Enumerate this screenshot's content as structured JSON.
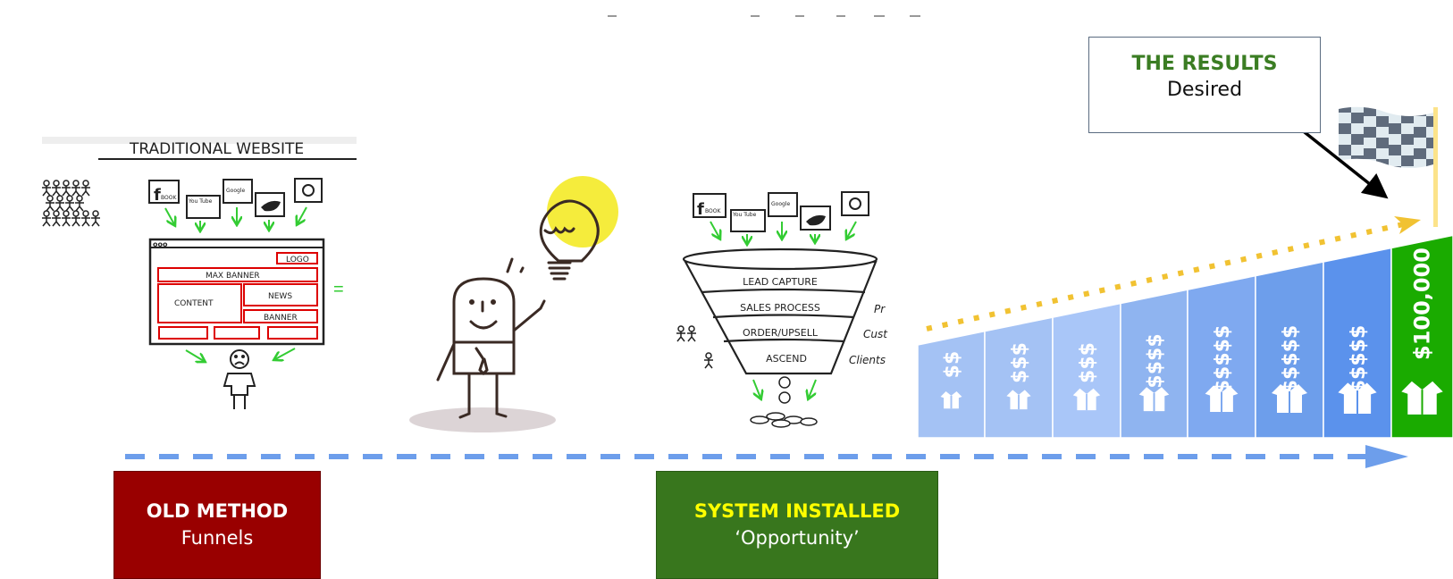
{
  "results_box": {
    "title": "THE RESULTS",
    "subtitle": "Desired"
  },
  "old_method_box": {
    "title": "OLD METHOD",
    "subtitle": "Funnels"
  },
  "system_box": {
    "title": "SYSTEM INSTALLED",
    "subtitle": "‘Opportunity’"
  },
  "traditional_website": {
    "title": "TRADITIONAL WEBSITE",
    "social": [
      "BOOK",
      "You Tube",
      "Google"
    ],
    "blocks": {
      "logo": "LOGO",
      "banner_top": "MAX BANNER",
      "content": "CONTENT",
      "news": "NEWS",
      "banner": "BANNER"
    },
    "equals": "="
  },
  "funnel": {
    "social": [
      "BOOK",
      "You Tube",
      "Google"
    ],
    "stages": [
      "LEAD CAPTURE",
      "SALES PROCESS",
      "ORDER/UPSELL",
      "ASCEND"
    ],
    "side_labels": [
      "Pr",
      "Cust",
      "Clients"
    ]
  },
  "growth_columns": [
    {
      "label": "$$"
    },
    {
      "label": "$$$"
    },
    {
      "label": "$$$"
    },
    {
      "label": "$$$$"
    },
    {
      "label": "$$$$$"
    },
    {
      "label": "$$$$$"
    },
    {
      "label": "$$$$$"
    },
    {
      "label": "$100,000",
      "highlight": true
    }
  ],
  "colors": {
    "old_method": "#990000",
    "system": "#38761d",
    "results_title": "#3b7d23",
    "highlight": "#1aab00",
    "timeline": "#6d9eeb",
    "dotted": "#f1c232",
    "columns": [
      "#a4c2f4",
      "#a4c2f4",
      "#a9c6f8",
      "#8fb4f0",
      "#7fa9f0",
      "#6d9eeb",
      "#5b92ec",
      "#1aab00"
    ]
  }
}
